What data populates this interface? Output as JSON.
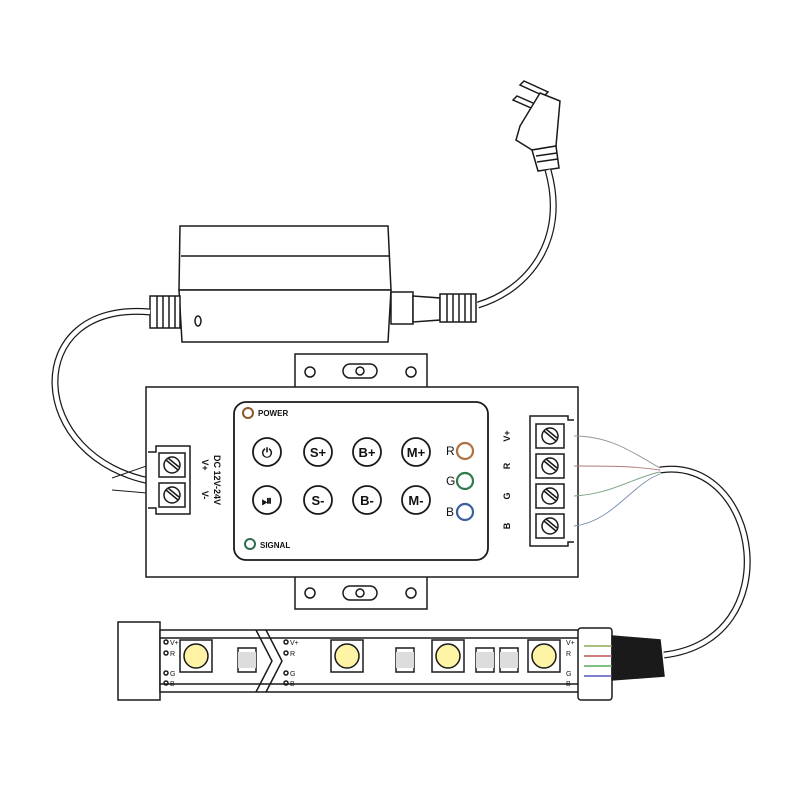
{
  "controller": {
    "indicators": {
      "power": "POWER",
      "signal": "SIGNAL"
    },
    "buttons": {
      "power": "⏻",
      "speed_up": "S+",
      "bright_up": "B+",
      "mode_up": "M+",
      "play_pause": "⏯",
      "speed_down": "S-",
      "bright_down": "B-",
      "mode_down": "M-"
    },
    "channel_leds": {
      "r": "R",
      "g": "G",
      "b": "B"
    },
    "input_terminal": {
      "line1": "DC 12V-24V",
      "v_plus": "V+",
      "v_minus": "V-"
    },
    "output_terminal": {
      "v_plus": "V+",
      "r": "R",
      "g": "G",
      "b": "B"
    }
  },
  "strip": {
    "left_pins": [
      "V+",
      "R",
      "G",
      "B"
    ],
    "mid_pins": [
      "V+",
      "R",
      "G",
      "B"
    ],
    "right_pins": [
      "V+",
      "R",
      "G",
      "B"
    ]
  },
  "colors": {
    "line": "#1a1a1a",
    "power_led": "#8b5a2b",
    "led_r": "#b07040",
    "led_g": "#2f7a4a",
    "led_b": "#3a5fa0",
    "signal_led": "#2f6a4a",
    "chip": "#fff3a6"
  }
}
